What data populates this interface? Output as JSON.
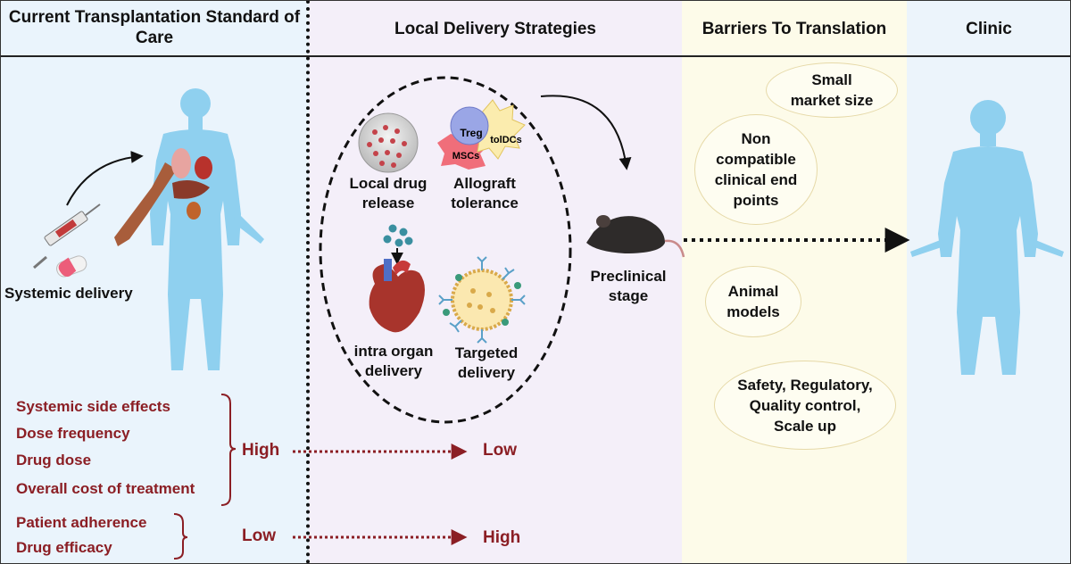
{
  "headers": {
    "col1": "Current Transplantation Standard of Care",
    "col2": "Local Delivery Strategies",
    "col3": "Barriers To Translation",
    "col4": "Clinic"
  },
  "standard_of_care": {
    "delivery_label": "Systemic delivery",
    "group_a": [
      "Systemic side effects",
      "Dose frequency",
      "Drug dose",
      "Overall cost of treatment"
    ],
    "group_b": [
      "Patient adherence",
      "Drug efficacy"
    ],
    "group_a_from": "High",
    "group_a_to": "Low",
    "group_b_from": "Low",
    "group_b_to": "High"
  },
  "strategies": {
    "local_drug_release": "Local drug release",
    "allograft_tolerance": "Allograft tolerance",
    "intra_organ": "intra organ delivery",
    "targeted": "Targeted delivery",
    "cell_treg": "Treg",
    "cell_toldcs": "tolDCs",
    "cell_mscs": "MSCs",
    "preclinical": "Preclinical stage"
  },
  "barriers": [
    "Small market size",
    "Non compatible clinical end points",
    "Animal models",
    "Safety, Regulatory, Quality control, Scale up"
  ],
  "colors": {
    "accent_red": "#8b1e24",
    "body_blue": "#8fd0ef",
    "panel_yellow": "#fdfbe9"
  }
}
